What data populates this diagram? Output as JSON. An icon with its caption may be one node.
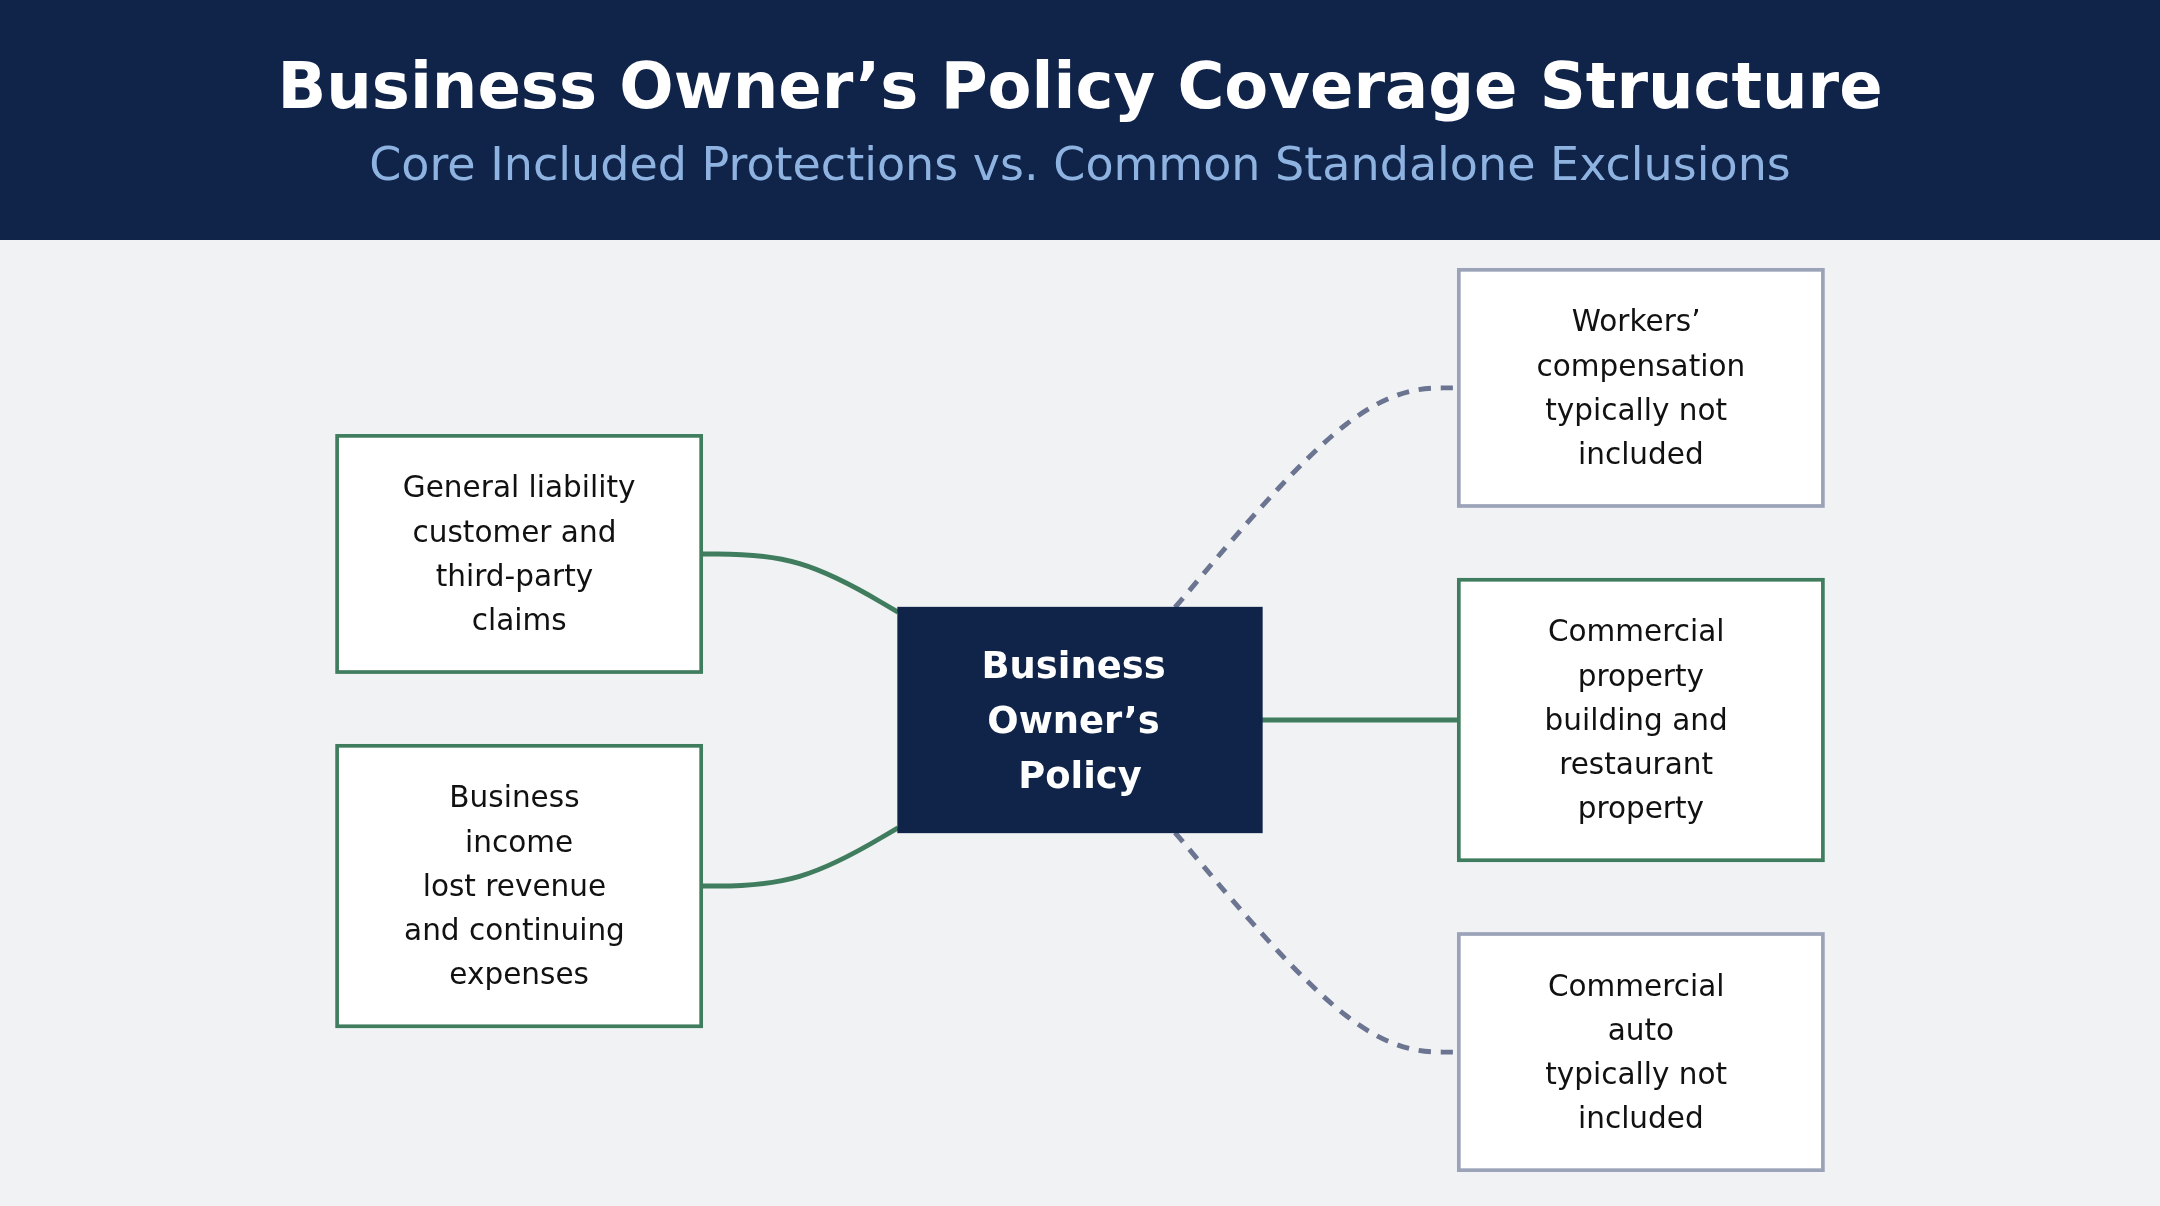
{
  "diagram": {
    "title": "Business Owner’s Policy Coverage Structure",
    "nodes": [
      {
        "text": [
          "Business Owner’s Policy"
        ]
      },
      {
        "text": [
          "General liability",
          "customer and third-party claims"
        ]
      },
      {
        "text": [
          "Business income",
          "lost revenue and continuing expenses"
        ]
      },
      {
        "text": [
          "Workers’ compensation",
          "typically not included"
        ]
      },
      {
        "text": [
          "Commercial property",
          "building and restaurant property"
        ]
      },
      {
        "text": [
          "Commercial auto",
          "typically not included"
        ]
      }
    ],
    "edges": [
      {
        "from": 1,
        "to": 0,
        "arrow": "none"
      },
      {
        "from": 2,
        "to": 0,
        "arrow": "none"
      },
      {
        "from": 0,
        "to": 3,
        "arrow": "none",
        "style": "dashed",
        "color": "#6b7490"
      },
      {
        "from": 0,
        "to": 4,
        "arrow": "none"
      },
      {
        "from": 0,
        "to": 5,
        "arrow": "none",
        "style": "dashed",
        "color": "#6b7490"
      }
    ],
    "labels": [
      "Core Included Protections vs. Common Standalone Exclusions"
    ]
  }
}
